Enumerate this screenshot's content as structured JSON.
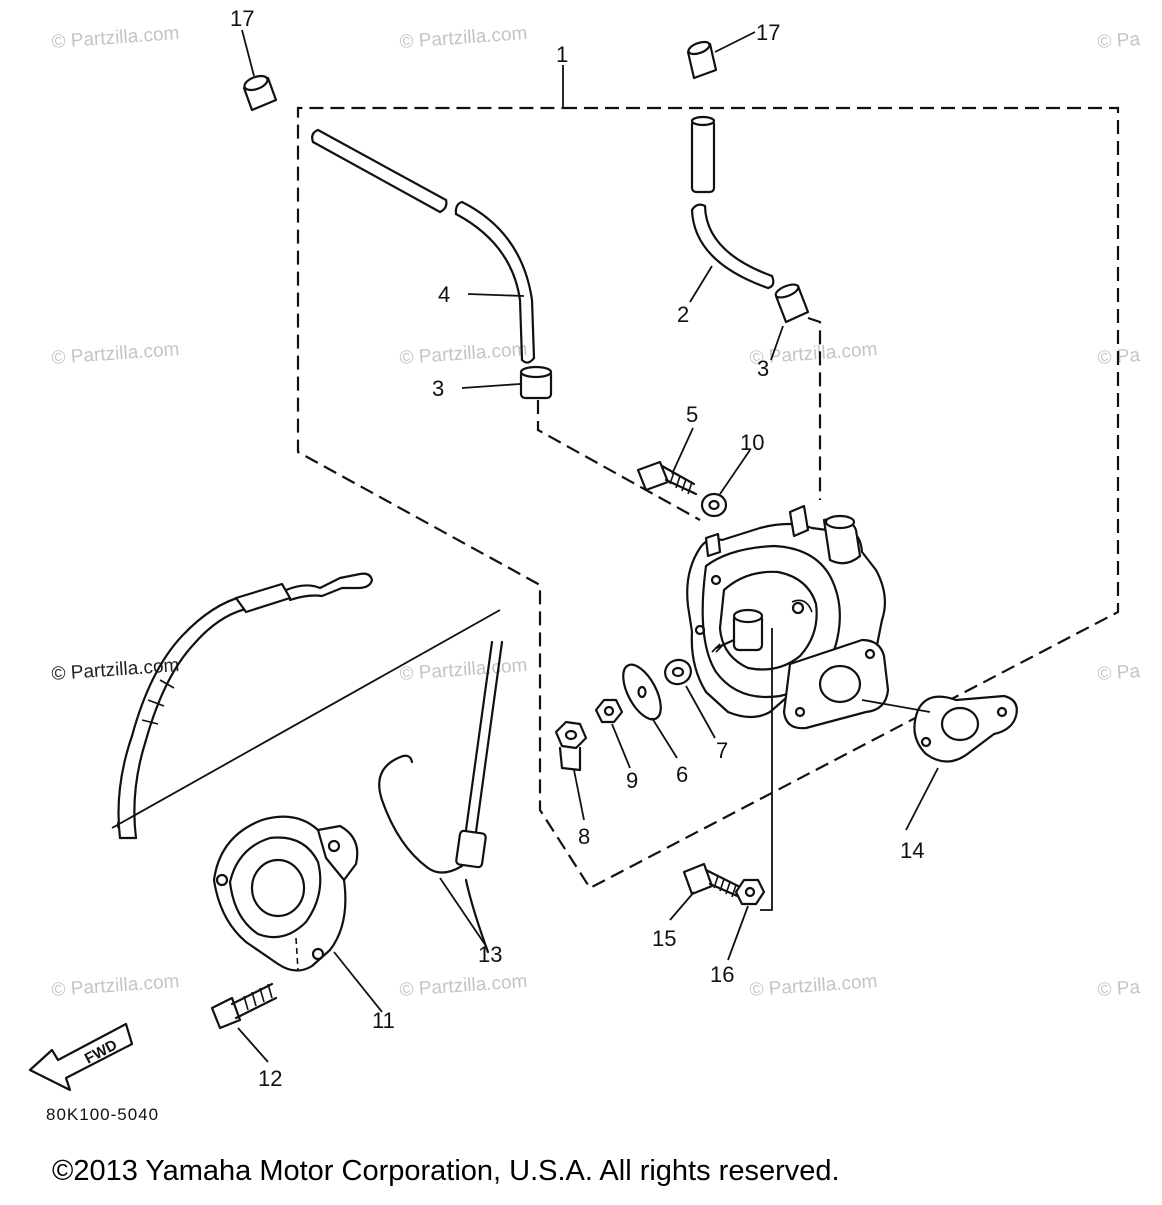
{
  "watermarks": [
    "© Partzilla.com",
    "© Partzilla.com",
    "© Pa",
    "© Partzilla.com",
    "© Partzilla.com",
    "© Partzilla.com",
    "© Pa",
    "© Partzilla.com",
    "© Partzilla.com",
    "© Pa",
    "© Partzilla.com",
    "© Partzilla.com",
    "© Partzilla.com",
    "© Pa"
  ],
  "callouts": {
    "c1": "1",
    "c2": "2",
    "c3a": "3",
    "c3b": "3",
    "c4": "4",
    "c5": "5",
    "c6": "6",
    "c7": "7",
    "c8": "8",
    "c9": "9",
    "c10": "10",
    "c11": "11",
    "c12": "12",
    "c13": "13",
    "c14": "14",
    "c15": "15",
    "c16": "16",
    "c17a": "17",
    "c17b": "17"
  },
  "fwd_label": "FWD",
  "diagram_ref": "80K100-5040",
  "copyright": "©2013 Yamaha Motor Corporation, U.S.A. All rights reserved."
}
